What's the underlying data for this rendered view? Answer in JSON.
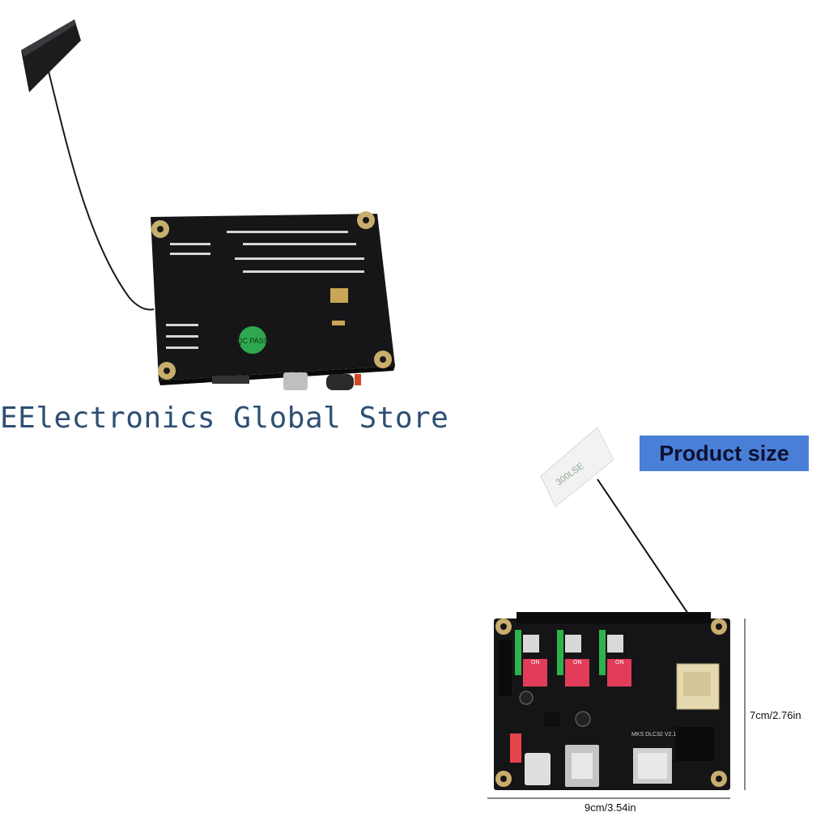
{
  "watermark": {
    "text": "EElectronics Global Store"
  },
  "badge": {
    "text": "Product size",
    "bg_color": "#4a7fd8",
    "text_color": "#0d1030"
  },
  "dimensions": {
    "height": "7cm/2.76in",
    "width": "9cm/3.54in"
  },
  "board_front": {
    "silkscreen_model": "MKS DLC32 V2.1",
    "antenna_label": "300LSE",
    "dip_label": "ON"
  },
  "board_back": {
    "sticker_text": "QC PASS"
  },
  "icons": [
    "antenna-icon",
    "dip-switch-icon",
    "usb-port-icon",
    "dc-jack-icon",
    "sd-card-slot-icon",
    "wifi-module-icon"
  ]
}
